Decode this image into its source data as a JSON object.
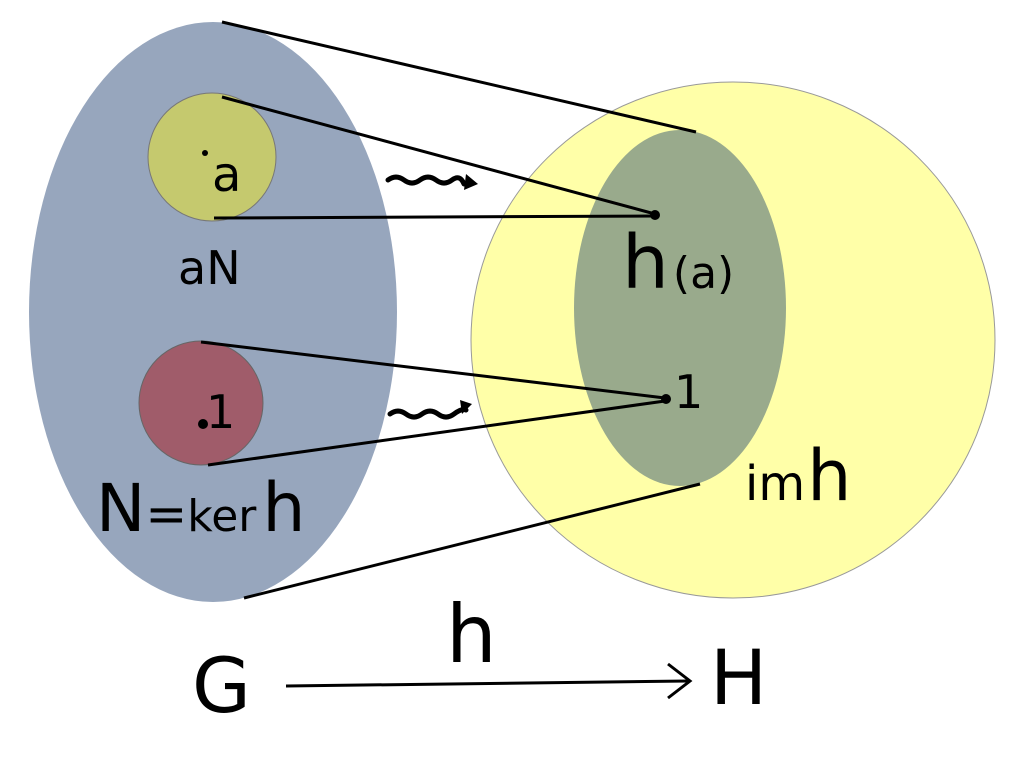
{
  "diagram": {
    "labels": {
      "point_a": "a",
      "coset_aN": "aN",
      "point_1_in_N": "1",
      "kernel_N": "N",
      "kernel_equals": "=",
      "kernel_ker": "ker",
      "kernel_h": "h",
      "image_h": "h",
      "image_a": "(a)",
      "identity_H": "1",
      "image_im": "im",
      "image_im_h": "h",
      "domain_G": "G",
      "codomain_H": "H",
      "map_h": "h"
    },
    "colors": {
      "group_G": "#97a6bd",
      "group_H": "#ffff99",
      "image_set": "#99aa8c",
      "coset_aN": "#c5c96e",
      "kernel_N": "#a05c6a",
      "lines": "#000000"
    }
  }
}
